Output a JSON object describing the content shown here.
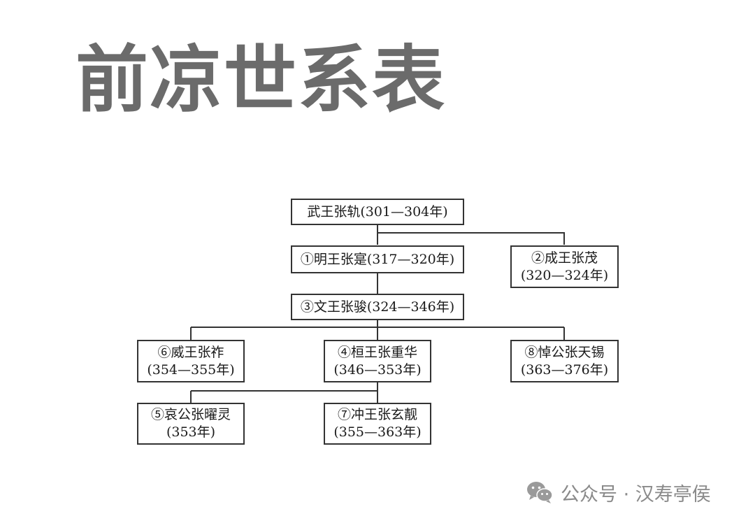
{
  "title": "前凉世系表",
  "nodes": {
    "wuwang": {
      "line1": "武王张轨(301—304年)",
      "line2": ""
    },
    "mingwang": {
      "line1": "①明王张寔(317—320年)",
      "line2": ""
    },
    "chengwang": {
      "line1": "②成王张茂",
      "line2": "(320—324年)"
    },
    "wenwang": {
      "line1": "③文王张骏(324—346年)",
      "line2": ""
    },
    "weiwang": {
      "line1": "⑥威王张祚",
      "line2": "(354—355年)"
    },
    "huanwang": {
      "line1": "④桓王张重华",
      "line2": "(346—353年)"
    },
    "daogong": {
      "line1": "⑧悼公张天锡",
      "line2": "(363—376年)"
    },
    "aigong": {
      "line1": "⑤哀公张曜灵",
      "line2": "(353年)"
    },
    "chongwang": {
      "line1": "⑦冲王张玄靓",
      "line2": "(355—363年)"
    }
  },
  "watermark": {
    "text": "公众号 · 汉寿亭侯",
    "icon": "wechat-icon"
  }
}
